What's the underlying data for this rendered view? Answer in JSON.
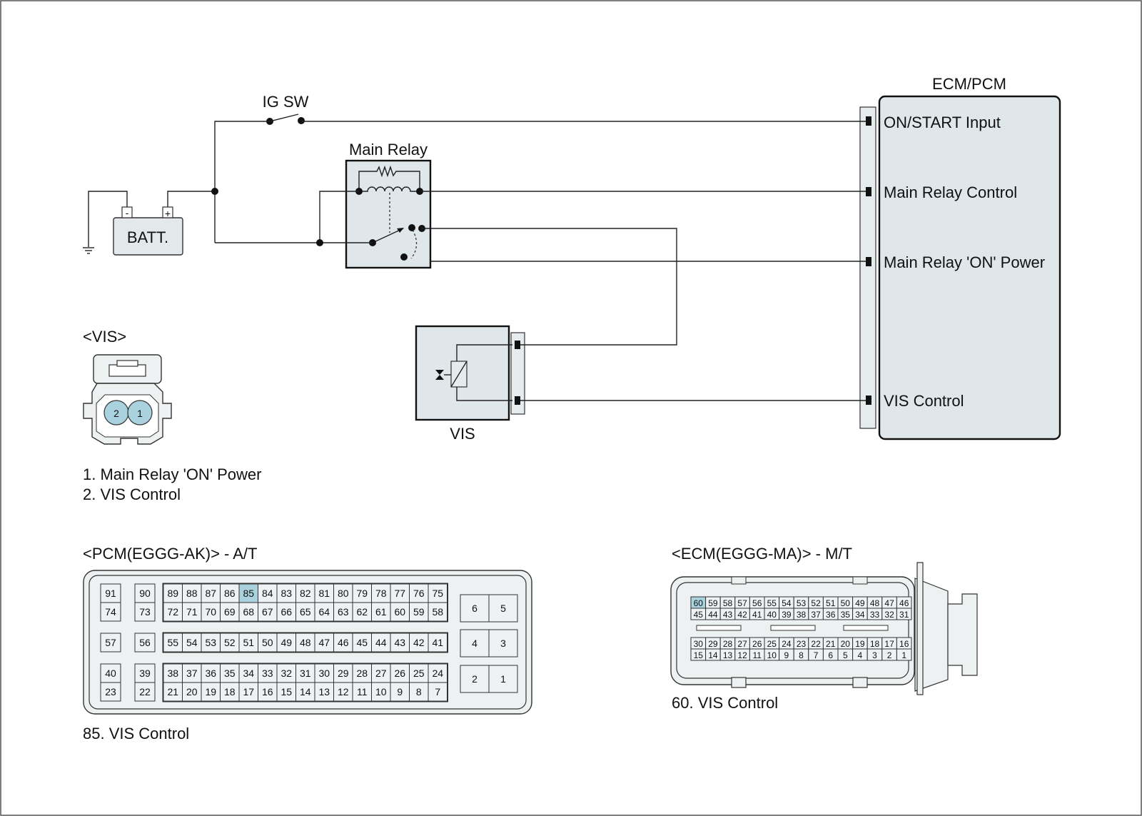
{
  "labels": {
    "ig_sw": "IG SW",
    "main_relay": "Main Relay",
    "batt": "BATT.",
    "ecm_pcm": "ECM/PCM",
    "vis": "VIS",
    "minus": "-",
    "plus": "+"
  },
  "ecm_inputs": [
    "ON/START Input",
    "Main Relay Control",
    "Main Relay 'ON' Power",
    "VIS Control"
  ],
  "vis_connector": {
    "title": "<VIS>",
    "pins": [
      "2",
      "1"
    ],
    "legend": [
      "1. Main Relay 'ON' Power",
      "2. VIS Control"
    ]
  },
  "pcm_connector": {
    "title": "<PCM(EGGG-AK)> - A/T",
    "highlight_pin": "85",
    "left_col_top": [
      "91",
      "74"
    ],
    "left_col2_top": [
      "90",
      "73"
    ],
    "left_col_mid": [
      "57"
    ],
    "left_col2_mid": [
      "56"
    ],
    "left_col_bot": [
      "40",
      "23"
    ],
    "left_col2_bot": [
      "39",
      "22"
    ],
    "block_top": [
      [
        "89",
        "88",
        "87",
        "86",
        "85",
        "84",
        "83",
        "82",
        "81",
        "80",
        "79",
        "78",
        "77",
        "76",
        "75"
      ],
      [
        "72",
        "71",
        "70",
        "69",
        "68",
        "67",
        "66",
        "65",
        "64",
        "63",
        "62",
        "61",
        "60",
        "59",
        "58"
      ]
    ],
    "block_mid": [
      [
        "55",
        "54",
        "53",
        "52",
        "51",
        "50",
        "49",
        "48",
        "47",
        "46",
        "45",
        "44",
        "43",
        "42",
        "41"
      ]
    ],
    "block_bot": [
      [
        "38",
        "37",
        "36",
        "35",
        "34",
        "33",
        "32",
        "31",
        "30",
        "29",
        "28",
        "27",
        "26",
        "25",
        "24"
      ],
      [
        "21",
        "20",
        "19",
        "18",
        "17",
        "16",
        "15",
        "14",
        "13",
        "12",
        "11",
        "10",
        "9",
        "8",
        "7"
      ]
    ],
    "right_pairs": [
      [
        "6",
        "5"
      ],
      [
        "4",
        "3"
      ],
      [
        "2",
        "1"
      ]
    ],
    "legend": "85. VIS Control"
  },
  "ecm_connector": {
    "title": "<ECM(EGGG-MA)> - M/T",
    "highlight_pin": "60",
    "rows": [
      [
        "60",
        "59",
        "58",
        "57",
        "56",
        "55",
        "54",
        "53",
        "52",
        "51",
        "50",
        "49",
        "48",
        "47",
        "46"
      ],
      [
        "45",
        "44",
        "43",
        "42",
        "41",
        "40",
        "39",
        "38",
        "37",
        "36",
        "35",
        "34",
        "33",
        "32",
        "31"
      ],
      [
        "30",
        "29",
        "28",
        "27",
        "26",
        "25",
        "24",
        "23",
        "22",
        "21",
        "20",
        "19",
        "18",
        "17",
        "16"
      ],
      [
        "15",
        "14",
        "13",
        "12",
        "11",
        "10",
        "9",
        "8",
        "7",
        "6",
        "5",
        "4",
        "3",
        "2",
        "1"
      ]
    ],
    "legend": "60. VIS Control"
  }
}
